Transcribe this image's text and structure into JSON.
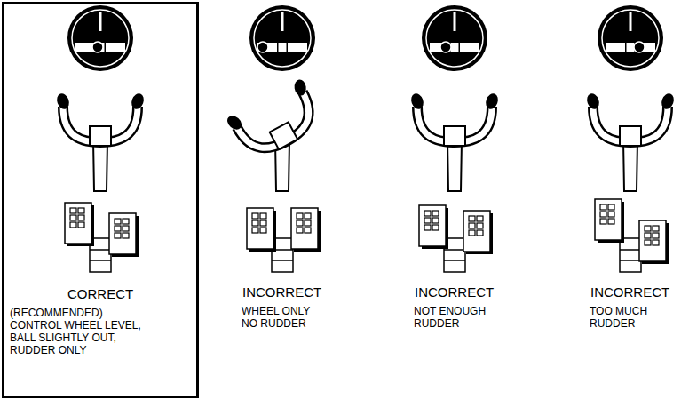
{
  "diagram": {
    "nodes": [
      {
        "text": [
          "CORRECT",
          "(RECOMMENDED) CONTROL WHEEL LEVEL, BALL SLIGHTLY OUT, RUDDER ONLY"
        ]
      }
    ],
    "labels": [
      "INCORRECT",
      "WHEEL ONLY NO RUDDER",
      "INCORRECT",
      "NOT ENOUGH RUDDER",
      "INCORRECT",
      "TOO MUCH RUDDER"
    ]
  }
}
